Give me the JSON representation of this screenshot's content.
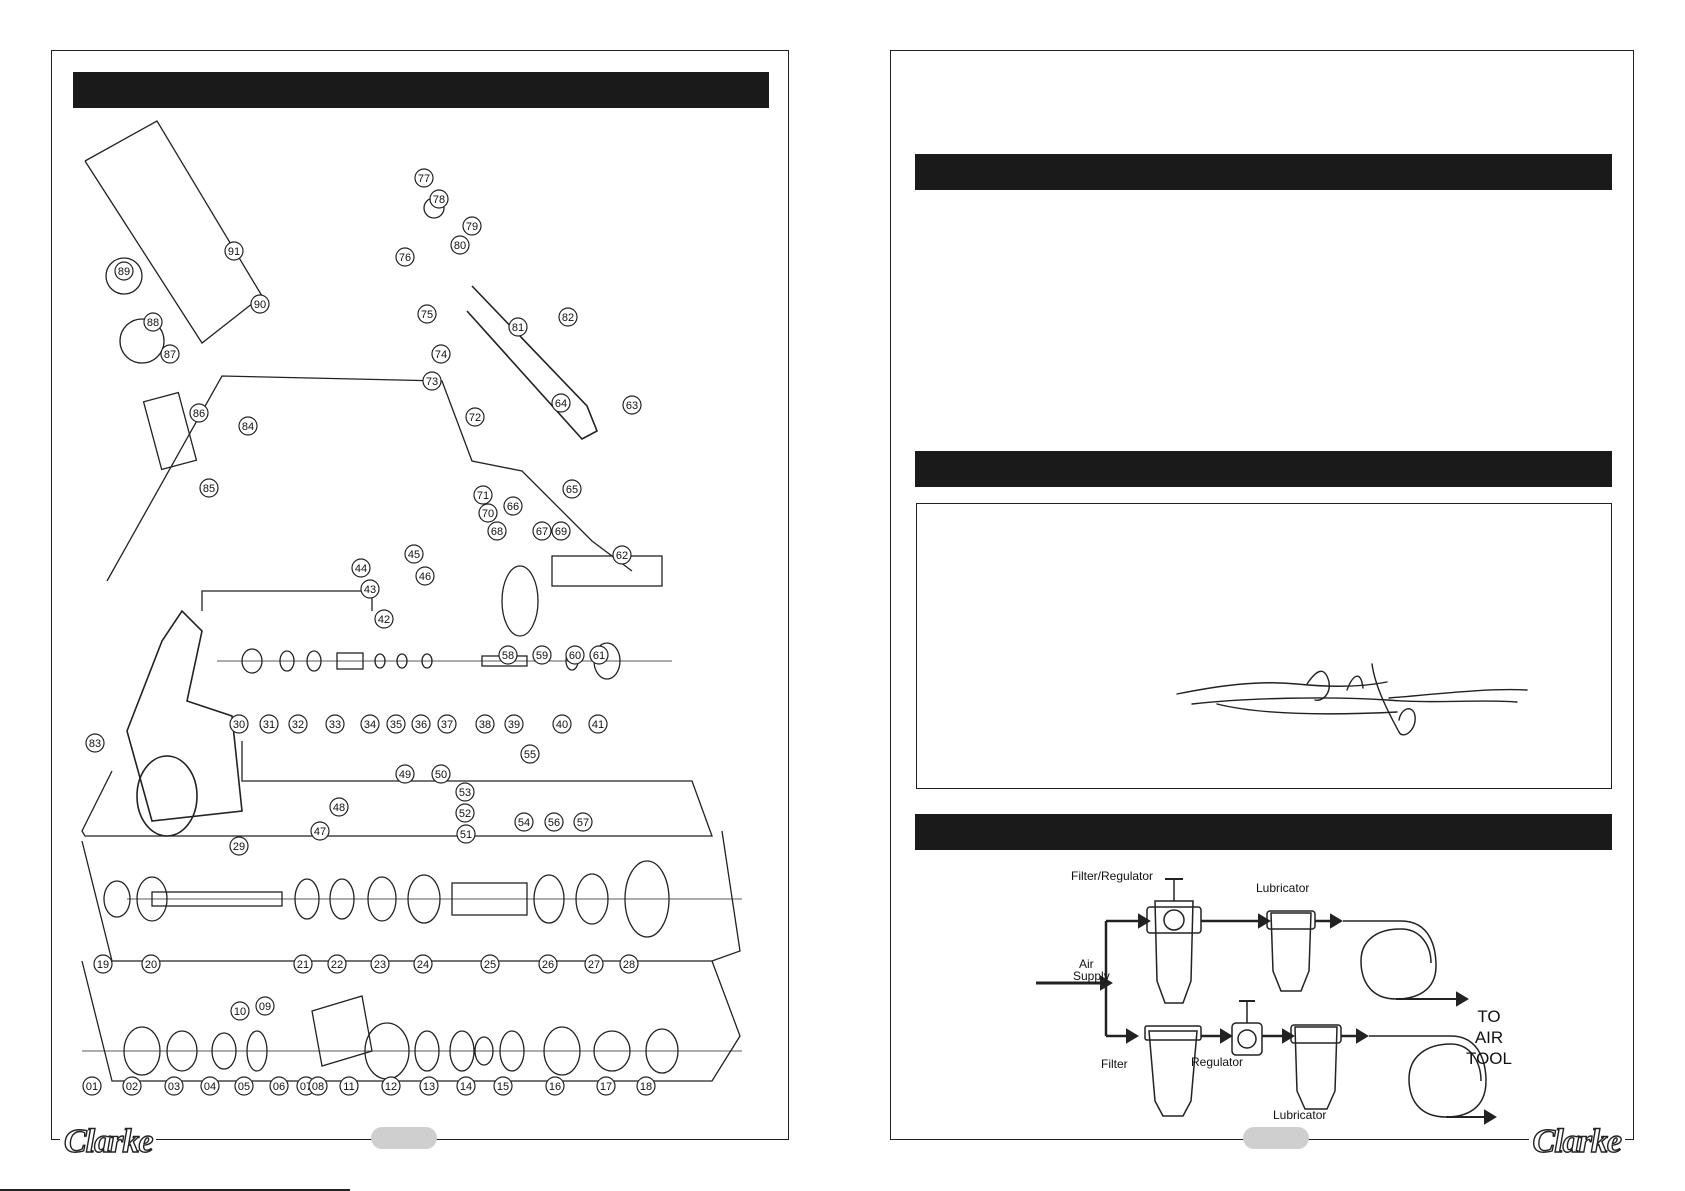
{
  "left_page": {
    "brand_logo": "Clarke"
  },
  "right_page": {
    "brand_logo": "Clarke",
    "diagram_labels": {
      "air_supply_line1": "Air",
      "air_supply_line2": "Supply",
      "filter_regulator": "Filter/Regulator",
      "lubricator_top": "Lubricator",
      "filter": "Filter",
      "regulator": "Regulator",
      "lubricator_bottom": "Lubricator",
      "to_line1": "TO",
      "to_line2": "AIR",
      "to_line3": "TOOL"
    }
  },
  "callouts": [
    "01",
    "02",
    "03",
    "04",
    "05",
    "06",
    "07",
    "08",
    "09",
    "10",
    "11",
    "12",
    "13",
    "14",
    "15",
    "16",
    "17",
    "18",
    "19",
    "20",
    "21",
    "22",
    "23",
    "24",
    "25",
    "26",
    "27",
    "28",
    "29",
    "30",
    "31",
    "32",
    "33",
    "34",
    "35",
    "36",
    "37",
    "38",
    "39",
    "40",
    "41",
    "42",
    "43",
    "44",
    "45",
    "46",
    "47",
    "48",
    "49",
    "50",
    "51",
    "52",
    "53",
    "54",
    "55",
    "56",
    "57",
    "58",
    "59",
    "60",
    "61",
    "62",
    "63",
    "64",
    "65",
    "66",
    "67",
    "68",
    "69",
    "70",
    "71",
    "72",
    "73",
    "74",
    "75",
    "76",
    "77",
    "78",
    "79",
    "80",
    "81",
    "82",
    "83",
    "84",
    "85",
    "86",
    "87",
    "88",
    "89",
    "90",
    "91"
  ]
}
